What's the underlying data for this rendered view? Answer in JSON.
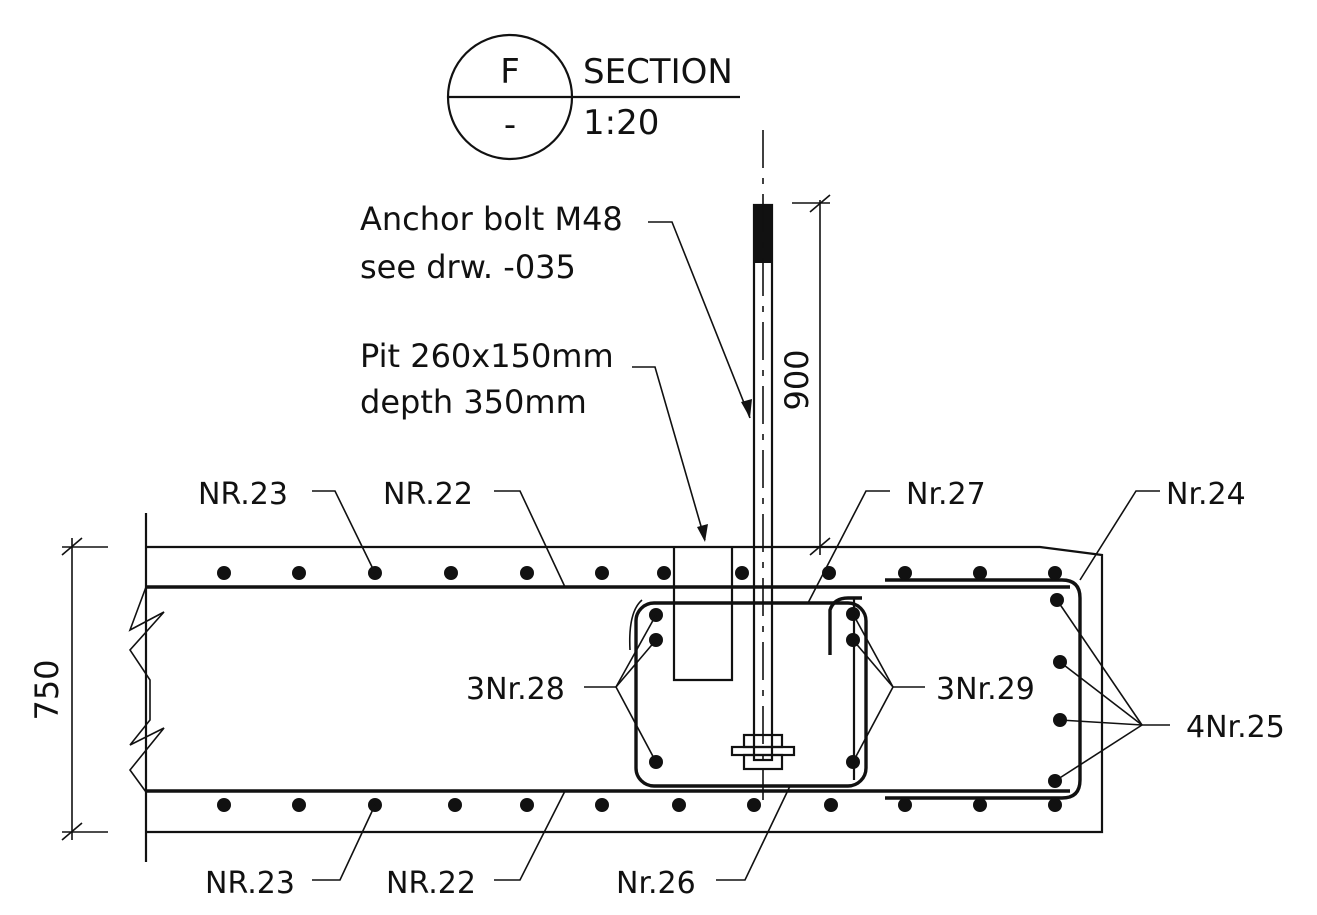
{
  "title_block": {
    "section_letter": "F",
    "section_sheet": "-",
    "title": "SECTION",
    "scale": "1:20"
  },
  "annotations": {
    "anchor_bolt_line1": "Anchor bolt M48",
    "anchor_bolt_line2": "see drw. -035",
    "pit_line1": "Pit 260x150mm",
    "pit_line2": "depth 350mm"
  },
  "dimensions": {
    "bolt_projection": "900",
    "slab_depth": "750"
  },
  "bar_labels": {
    "top_nr23": "NR.23",
    "top_nr22": "NR.22",
    "nr27": "Nr.27",
    "nr24": "Nr.24",
    "nr28": "3Nr.28",
    "nr29": "3Nr.29",
    "nr25": "4Nr.25",
    "bottom_nr23": "NR.23",
    "bottom_nr22": "NR.22",
    "nr26": "Nr.26"
  }
}
